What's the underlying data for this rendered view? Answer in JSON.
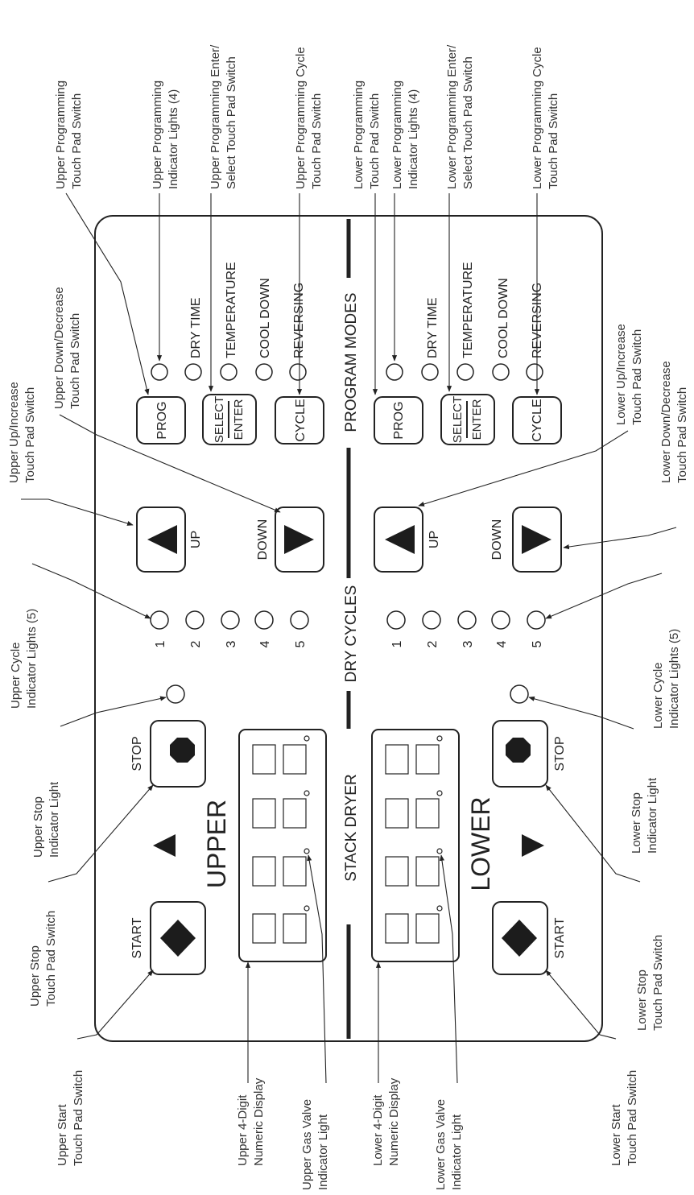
{
  "panel": {
    "program_modes": "PROGRAM MODES",
    "dry_cycles": "DRY CYCLES",
    "stack_dryer": "STACK DRYER",
    "upper": "UPPER",
    "lower": "LOWER"
  },
  "buttons": {
    "prog": "PROG",
    "select": "SELECT",
    "enter": "ENTER",
    "cycle": "CYCLE",
    "up": "UP",
    "down": "DOWN",
    "start": "START",
    "stop": "STOP"
  },
  "modes": {
    "dry_time": "DRY TIME",
    "temperature": "TEMPERATURE",
    "cool_down": "COOL DOWN",
    "reversing": "REVERSING"
  },
  "cycle_numbers": [
    "1",
    "2",
    "3",
    "4",
    "5"
  ],
  "callouts": {
    "upper_prog_switch": [
      "Upper Programming",
      "Touch Pad Switch"
    ],
    "upper_prog_lights": [
      "Upper Programming",
      "Indicator Lights (4)"
    ],
    "upper_enter_switch": [
      "Upper Programming Enter/",
      "Select Touch Pad Switch"
    ],
    "upper_cycle_switch": [
      "Upper Programming Cycle",
      "Touch Pad Switch"
    ],
    "lower_prog_switch": [
      "Lower Programming",
      "Touch Pad Switch"
    ],
    "lower_prog_lights": [
      "Lower Programming",
      "Indicator Lights (4)"
    ],
    "lower_enter_switch": [
      "Lower Programming Enter/",
      "Select Touch Pad Switch"
    ],
    "lower_cycle_switch": [
      "Lower Programming Cycle",
      "Touch Pad Switch"
    ],
    "upper_up_switch": [
      "Upper Up/Increase",
      "Touch Pad Switch"
    ],
    "upper_down_switch": [
      "Upper Down/Decrease",
      "Touch Pad Switch"
    ],
    "lower_up_switch": [
      "Lower Up/Increase",
      "Touch Pad Switch"
    ],
    "lower_down_switch": [
      "Lower Down/Decrease",
      "Touch Pad Switch"
    ],
    "upper_cycle_lights": [
      "Upper Cycle",
      "Indicator Lights (5)"
    ],
    "lower_cycle_lights": [
      "Lower Cycle",
      "Indicator Lights (5)"
    ],
    "upper_stop_light": [
      "Upper Stop",
      "Indicator Light"
    ],
    "lower_stop_light": [
      "Lower Stop",
      "Indicator Light"
    ],
    "upper_stop_switch": [
      "Upper Stop",
      "Touch Pad Switch"
    ],
    "lower_stop_switch": [
      "Lower Stop",
      "Touch Pad Switch"
    ],
    "upper_start_switch": [
      "Upper Start",
      "Touch Pad Switch"
    ],
    "lower_start_switch": [
      "Lower Start",
      "Touch Pad Switch"
    ],
    "upper_display": [
      "Upper 4-Digit",
      "Numeric Display"
    ],
    "upper_gas_light": [
      "Upper Gas Valve",
      "Indicator Light"
    ],
    "lower_display": [
      "Lower 4-Digit",
      "Numeric Display"
    ],
    "lower_gas_light": [
      "Lower Gas Valve",
      "Indicator Light"
    ]
  },
  "colors": {
    "line": "#222222",
    "fill_dark": "#1c1c1c",
    "background": "#ffffff"
  }
}
